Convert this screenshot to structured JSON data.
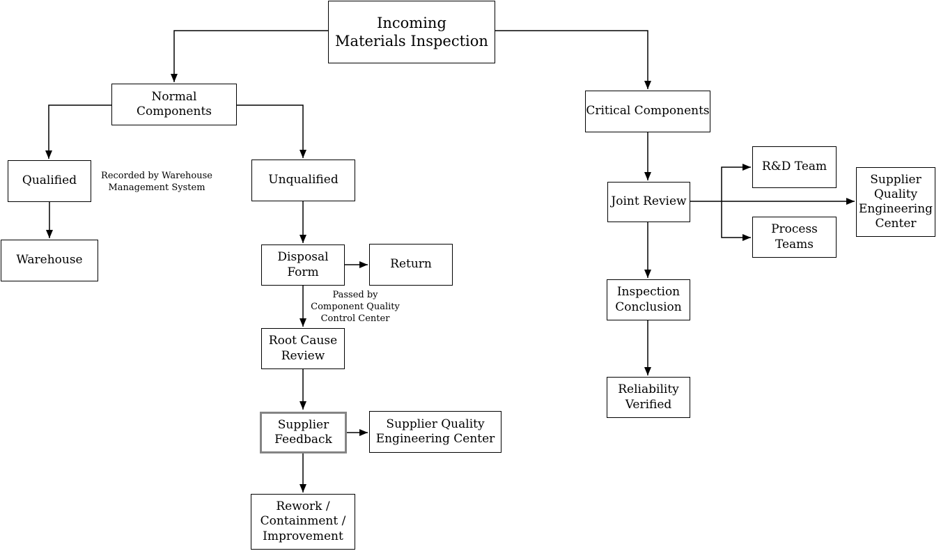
{
  "diagram": {
    "nodes": {
      "incoming": "Incoming\nMaterials Inspection",
      "normal_components": "Normal Components",
      "qualified": "Qualified",
      "warehouse": "Warehouse",
      "unqualified": "Unqualified",
      "disposal_form": "Disposal\nForm",
      "return": "Return",
      "root_cause_review": "Root Cause\nReview",
      "supplier_feedback": "Supplier\nFeedback",
      "supplier_quality_engineering_center": "Supplier Quality\nEngineering Center",
      "rework_containment_improvement": "Rework /\nContainment /\nImprovement",
      "critical_components": "Critical Components",
      "joint_review": "Joint Review",
      "rd_team": "R&D Team",
      "process_teams": "Process\nTeams",
      "supplier_quality_engineering_center_right": "Supplier\nQuality\nEngineering\nCenter",
      "inspection_conclusion": "Inspection\nConclusion",
      "reliability_verified": "Reliability\nVerified"
    },
    "annotations": {
      "recorded_by_wms": "Recorded by Warehouse\nManagement System",
      "passed_by_cqcc": "Passed by\nComponent Quality\nControl Center"
    },
    "colors": {
      "background": "#ffffff",
      "box_fill": "#ffffff",
      "box_border": "#000000",
      "line": "#000000",
      "text": "#000000",
      "highlight_border": "#848484"
    }
  }
}
